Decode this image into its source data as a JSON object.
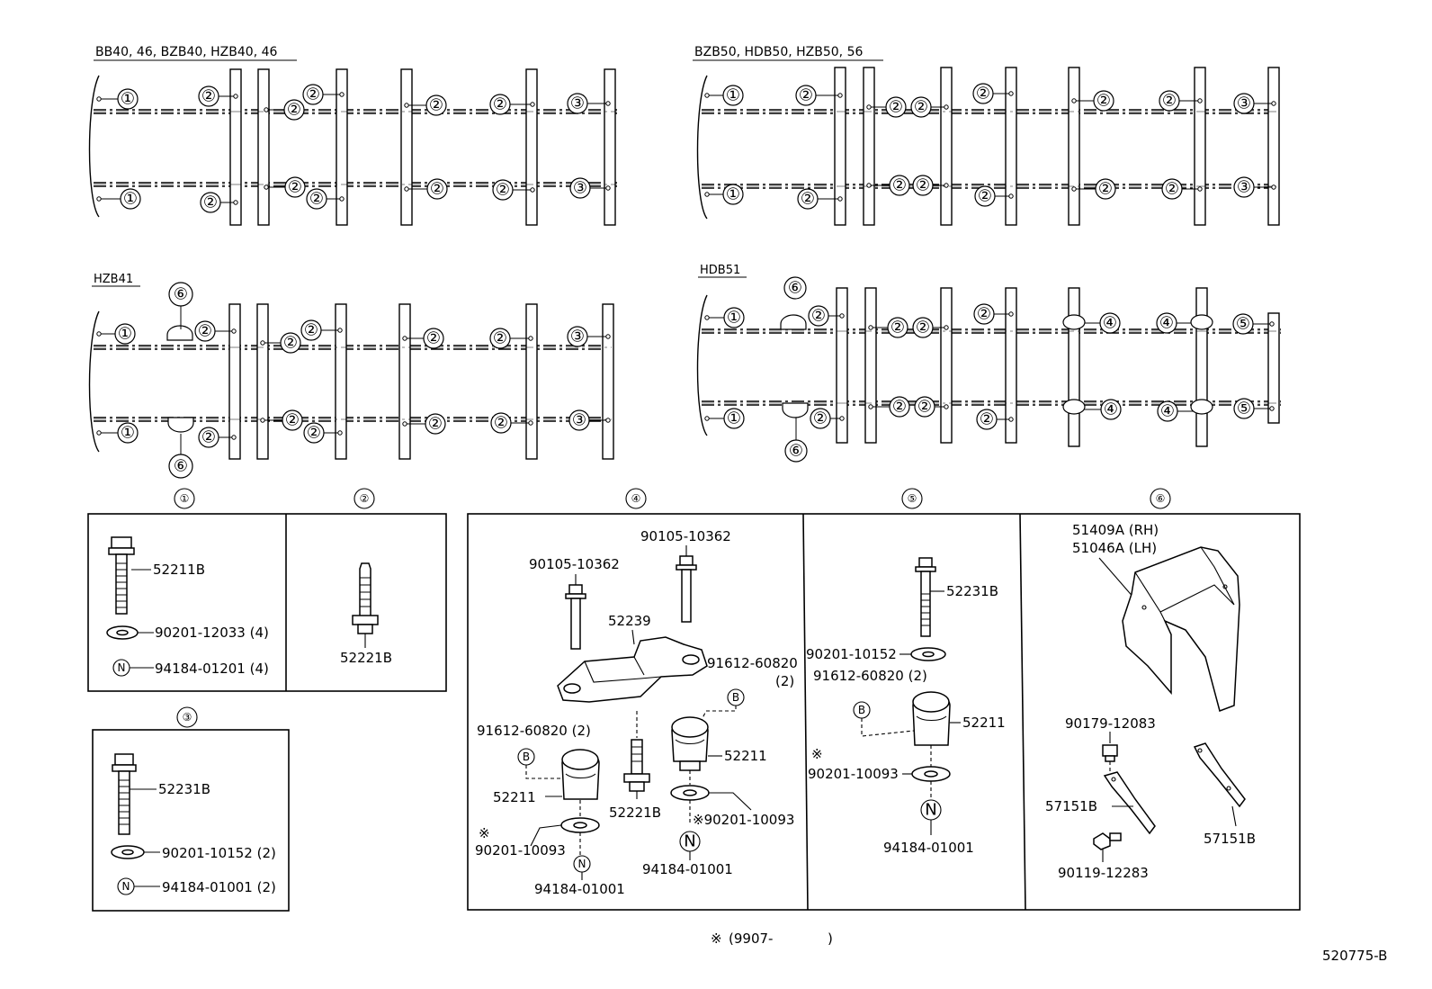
{
  "diagrams": [
    {
      "title": "BB40, 46, BZB40, HZB40, 46"
    },
    {
      "title": "BZB50, HDB50, HZB50, 56"
    },
    {
      "title": "HZB41"
    },
    {
      "title": "HDB51"
    }
  ],
  "callouts": [
    "①",
    "②",
    "③",
    "④",
    "⑤",
    "⑥"
  ],
  "groups": {
    "g1": {
      "ref": "①",
      "parts": {
        "bolt": "52211B",
        "washer": "90201-12033 (4)",
        "nut_mark": "N",
        "nut": "94184-01201 (4)"
      }
    },
    "g2": {
      "ref": "②",
      "parts": {
        "stud": "52221B"
      }
    },
    "g3": {
      "ref": "③",
      "parts": {
        "bolt": "52231B",
        "washer": "90201-10152 (2)",
        "nut_mark": "N",
        "nut": "94184-01001 (2)"
      }
    },
    "g4": {
      "ref": "④",
      "parts": {
        "bolt_a": "90105-10362",
        "bolt_b": "90105-10362",
        "bracket": "52239",
        "bolt_mark_a": "B",
        "bolt_a_ref": "91612-60820",
        "bolt_a_qty": "(2)",
        "bolt_mark_b": "B",
        "bolt_b_ref": "91612-60820 (2)",
        "cushion_a": "52211",
        "cushion_b": "52211",
        "stud": "52221B",
        "washer_a_mark": "※",
        "washer_a": "90201-10093",
        "washer_b": "※90201-10093",
        "nut_mark_a": "N",
        "nut_mark_b": "N",
        "nut_a": "94184-01001",
        "nut_b": "94184-01001"
      }
    },
    "g5": {
      "ref": "⑤",
      "parts": {
        "bolt": "52231B",
        "washer_top": "90201-10152",
        "bolt_ref": "91612-60820 (2)",
        "bolt_mark": "B",
        "cushion": "52211",
        "washer_mark": "※",
        "washer": "90201-10093",
        "nut_mark": "N",
        "nut": "94184-01001"
      }
    },
    "g6": {
      "ref": "⑥",
      "parts": {
        "cover_rh": "51409A (RH)",
        "cover_lh": "51046A (LH)",
        "nut": "90179-12083",
        "bracket_a": "57151B",
        "bolt": "90119-12283",
        "bracket_b": "57151B"
      }
    }
  },
  "footnote": {
    "symbol": "※",
    "text": "(9907-",
    "close": ")"
  },
  "figure_id": "520775-B"
}
